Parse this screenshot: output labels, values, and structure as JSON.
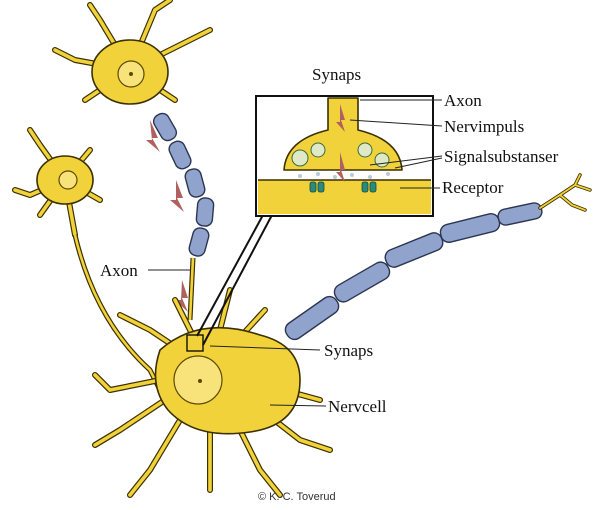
{
  "labels": {
    "synaps_top": "Synaps",
    "axon_inset": "Axon",
    "nervimpuls": "Nervimpuls",
    "signalsubstanser": "Signalsubstanser",
    "receptor": "Receptor",
    "axon_left": "Axon",
    "synaps_right": "Synaps",
    "nervcell": "Nervcell"
  },
  "credit": "© K. C. Toverud",
  "colors": {
    "cell_body": "#f2d23a",
    "myelin": "#8fa3cc",
    "impulse_arrow": "#b0605e",
    "receptor": "#2e8a78"
  }
}
